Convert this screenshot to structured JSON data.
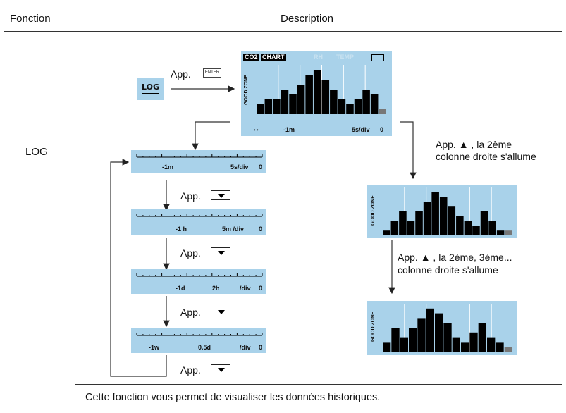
{
  "table": {
    "header_function": "Fonction",
    "header_description": "Description",
    "function_name": "LOG",
    "footer_text": "Cette fonction vous permet de visualiser les données historiques."
  },
  "diagram": {
    "log_button_label": "LOG",
    "app_label": "App.",
    "enter_key_label": "ENTER",
    "step1_text_line1": "App.  ▲ , la 2ème",
    "step1_text_line2": "colonne droite s'allume",
    "step2_text_line1": "App.  ▲ , la 2ème, 3ème...",
    "step2_text_line2": "colonne droite s'allume",
    "main_display": {
      "tag_co2": "CO2",
      "tag_chart": "CHART",
      "tag_rh": "RH",
      "tag_temp": "TEMP",
      "good_zone": "GOOD ZONE",
      "time_left": "-1m",
      "scale": "5s/div",
      "end": "0"
    },
    "scales": [
      {
        "left": "-1m",
        "mid": "",
        "scale": "5s/div",
        "end": "0"
      },
      {
        "left": "-1  h",
        "mid": "",
        "scale": "5m  /div",
        "end": "0"
      },
      {
        "left": "-1d",
        "mid": "2h",
        "scale": "/div",
        "end": "0"
      },
      {
        "left": "-1w",
        "mid": "0.5d",
        "scale": "/div",
        "end": "0"
      }
    ],
    "charts": {
      "main_bars": [
        2,
        3,
        3,
        5,
        4,
        6,
        8,
        9,
        7,
        5,
        3,
        2,
        3,
        5,
        4,
        1
      ],
      "chart2_bars": [
        1,
        3,
        5,
        3,
        5,
        7,
        9,
        8,
        6,
        4,
        3,
        2,
        5,
        3,
        1,
        1
      ],
      "chart3_bars": [
        2,
        5,
        3,
        5,
        7,
        9,
        8,
        6,
        3,
        2,
        4,
        6,
        3,
        2,
        1
      ]
    }
  }
}
